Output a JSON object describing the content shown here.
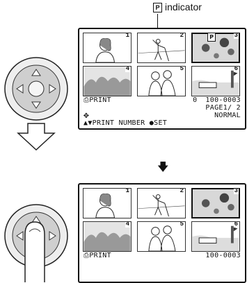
{
  "callout": {
    "label": "indicator",
    "badge": "P"
  },
  "screen_top": {
    "thumbs": [
      {
        "num": "1",
        "subject": "portrait"
      },
      {
        "num": "2",
        "subject": "golfer"
      },
      {
        "num": "3",
        "subject": "landscape"
      },
      {
        "num": "4",
        "subject": "flowers"
      },
      {
        "num": "5",
        "subject": "couple"
      },
      {
        "num": "6",
        "subject": "boat"
      }
    ],
    "print_label": "PRINT",
    "print_count": "0",
    "file_number": "100-0003",
    "page": "PAGE1/ 2",
    "mode": "NORMAL",
    "hint": "▲▼PRINT NUMBER ●SET"
  },
  "screen_bottom": {
    "thumbs": [
      {
        "num": "1",
        "subject": "portrait"
      },
      {
        "num": "2",
        "subject": "golfer"
      },
      {
        "num": "3",
        "subject": "landscape"
      },
      {
        "num": "4",
        "subject": "flowers"
      },
      {
        "num": "5",
        "subject": "couple"
      },
      {
        "num": "6",
        "subject": "boat"
      }
    ],
    "print_label": "PRINT",
    "file_number": "100-0003"
  },
  "step_arrow": "🡇"
}
